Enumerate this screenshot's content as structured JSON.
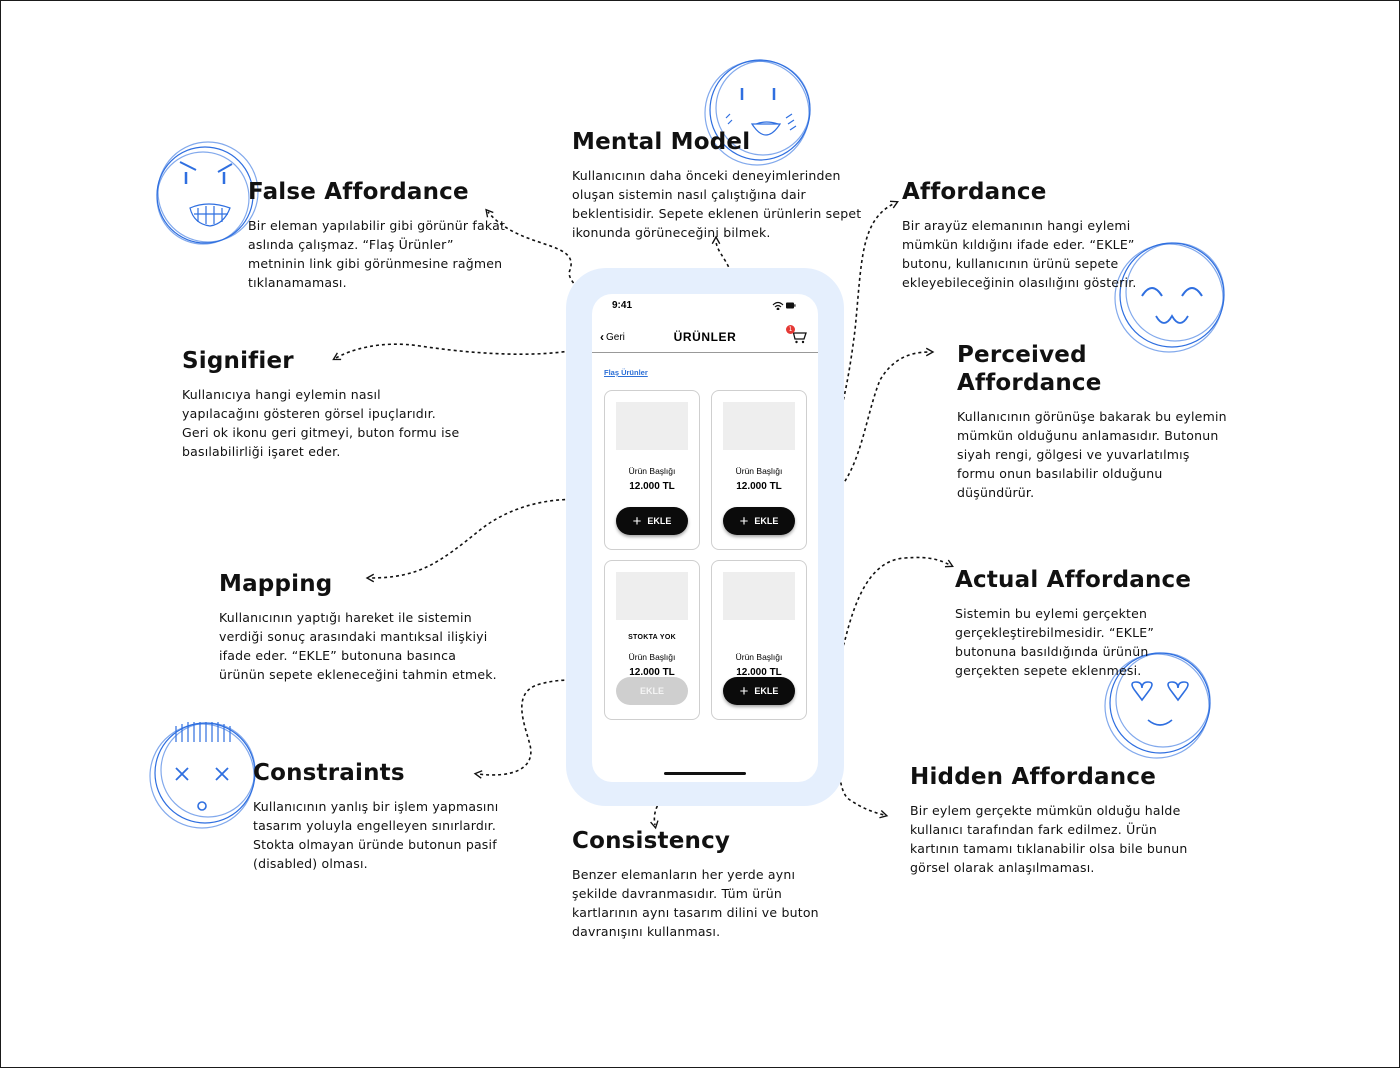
{
  "concepts": {
    "mental_model": {
      "title": "Mental Model",
      "desc": "Kullanıcının daha önceki deneyimlerinden oluşan sistemin nasıl çalıştığına dair beklentisidir. Sepete eklenen ürünlerin sepet ikonunda görüneceğini bilmek."
    },
    "false_affordance": {
      "title": "False Affordance",
      "desc": "Bir eleman yapılabilir gibi görünür fakat aslında çalışmaz. “Flaş Ürünler” metninin link gibi görünmesine rağmen tıklanamaması."
    },
    "affordance": {
      "title": "Affordance",
      "desc": "Bir arayüz elemanının hangi eylemi mümkün kıldığını ifade eder. “EKLE” butonu, kullanıcının ürünü sepete ekleyebileceğinin olasılığını gösterir."
    },
    "signifier": {
      "title": "Signifier",
      "desc": "Kullanıcıya hangi eylemin nasıl yapılacağını gösteren görsel ipuçlarıdır. Geri ok ikonu geri gitmeyi, buton formu ise basılabilirliği işaret eder."
    },
    "perceived_affordance": {
      "title": "Perceived Affordance",
      "desc": "Kullanıcının görünüşe bakarak bu eylemin mümkün olduğunu anlamasıdır. Butonun siyah rengi, gölgesi ve yuvarlatılmış formu onun basılabilir olduğunu düşündürür."
    },
    "mapping": {
      "title": "Mapping",
      "desc": "Kullanıcının yaptığı hareket ile sistemin verdiği sonuç arasındaki mantıksal ilişkiyi ifade eder. “EKLE” butonuna basınca ürünün sepete ekleneceğini tahmin etmek."
    },
    "actual_affordance": {
      "title": "Actual Affordance",
      "desc": "Sistemin bu eylemi gerçekten gerçekleştirebilmesidir. “EKLE” butonuna basıldığında ürünün gerçekten sepete eklenmesi."
    },
    "constraints": {
      "title": "Constraints",
      "desc": "Kullanıcının yanlış bir işlem yapmasını tasarım yoluyla engelleyen sınırlardır. Stokta olmayan üründe butonun pasif (disabled) olması."
    },
    "hidden_affordance": {
      "title": "Hidden Affordance",
      "desc": "Bir eylem gerçekte mümkün olduğu halde kullanıcı tarafından fark edilmez. Ürün kartının tamamı tıklanabilir olsa bile bunun görsel olarak anlaşılmaması."
    },
    "consistency": {
      "title": "Consistency",
      "desc": "Benzer elemanların her yerde aynı şekilde davranmasıdır. Tüm ürün kartlarının aynı tasarım dilini ve buton davranışını kullanması."
    }
  },
  "phone": {
    "time": "9:41",
    "back_label": "Geri",
    "title": "ÜRÜNLER",
    "cart_badge": "1",
    "flash_link": "Flaş Ürünler",
    "products": [
      {
        "title": "Ürün Başlığı",
        "price": "12.000 TL",
        "button": "EKLE",
        "stock_note": "",
        "disabled": false
      },
      {
        "title": "Ürün Başlığı",
        "price": "12.000 TL",
        "button": "EKLE",
        "stock_note": "",
        "disabled": false
      },
      {
        "title": "Ürün Başlığı",
        "price": "12.000 TL",
        "button": "EKLE",
        "stock_note": "STOKTA YOK",
        "disabled": true
      },
      {
        "title": "Ürün Başlığı",
        "price": "12.000 TL",
        "button": "EKLE",
        "stock_note": "",
        "disabled": false
      }
    ]
  },
  "colors": {
    "phone_frame": "#e5effd",
    "sketch_blue": "#2f6fe0",
    "badge_red": "#e53935",
    "link_blue": "#2c6fd6",
    "button_black": "#0b0b0b",
    "button_disabled": "#cfcfcf"
  },
  "icons": [
    "angry-face-icon",
    "laughing-face-icon",
    "happy-face-icon",
    "heart-eyes-face-icon",
    "dizzy-face-icon",
    "back-chevron-icon",
    "cart-icon",
    "plus-icon",
    "wifi-icon",
    "battery-icon"
  ]
}
